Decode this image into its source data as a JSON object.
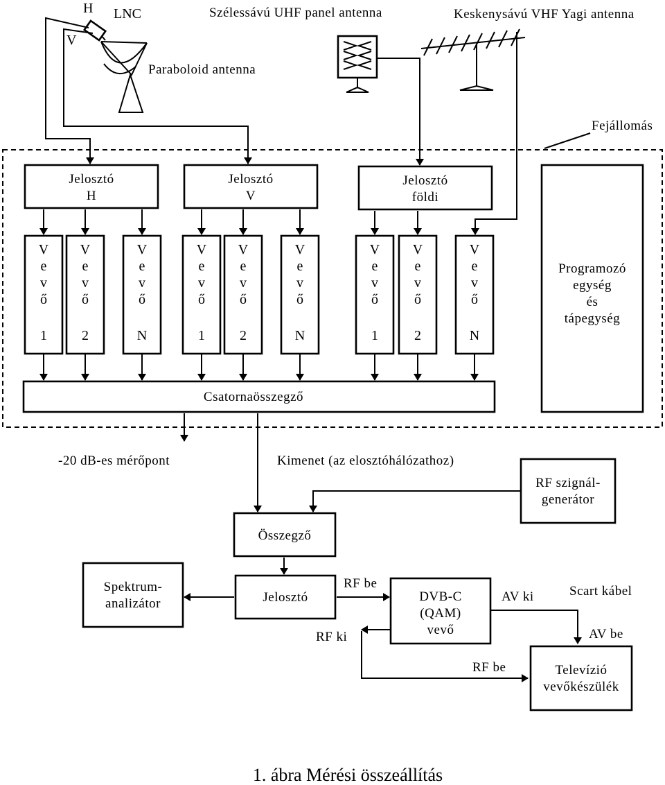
{
  "labels": {
    "lnc": "LNC",
    "h": "H",
    "v": "V",
    "paraboloid": "Paraboloid antenna",
    "uhf": "Szélessávú UHF panel antenna",
    "vhf": "Keskenysávú VHF Yagi antenna",
    "headend": "Fejállomás"
  },
  "splitters": [
    {
      "line1": "Jelosztó",
      "line2": "H"
    },
    {
      "line1": "Jelosztó",
      "line2": "V"
    },
    {
      "line1": "Jelosztó",
      "line2": "földi"
    }
  ],
  "receiver_letters": [
    "V",
    "e",
    "v",
    "ő"
  ],
  "receiver_numbers": [
    "1",
    "2",
    "N",
    "1",
    "2",
    "N",
    "1",
    "2",
    "N"
  ],
  "programmer": [
    "Programozó",
    "egység",
    "és",
    "tápegység"
  ],
  "combiner": "Csatornaösszegző",
  "measure_point": "-20 dB-es mérőpont",
  "output": "Kimenet (az elosztóhálózathoz)",
  "rf_gen": [
    "RF szignál-",
    "generátor"
  ],
  "summer": "Összegző",
  "spectrum": [
    "Spektrum-",
    "analizátor"
  ],
  "splitter2": "Jelosztó",
  "rf_be": "RF be",
  "rf_ki": "RF ki",
  "dvbc": [
    "DVB-C",
    "(QAM)",
    "vevő"
  ],
  "av_ki": "AV ki",
  "scart": "Scart kábel",
  "av_be": "AV be",
  "rf_be2": "RF be",
  "tv": [
    "Televízió",
    "vevőkészülék"
  ],
  "caption": "1. ábra  Mérési összeállítás"
}
